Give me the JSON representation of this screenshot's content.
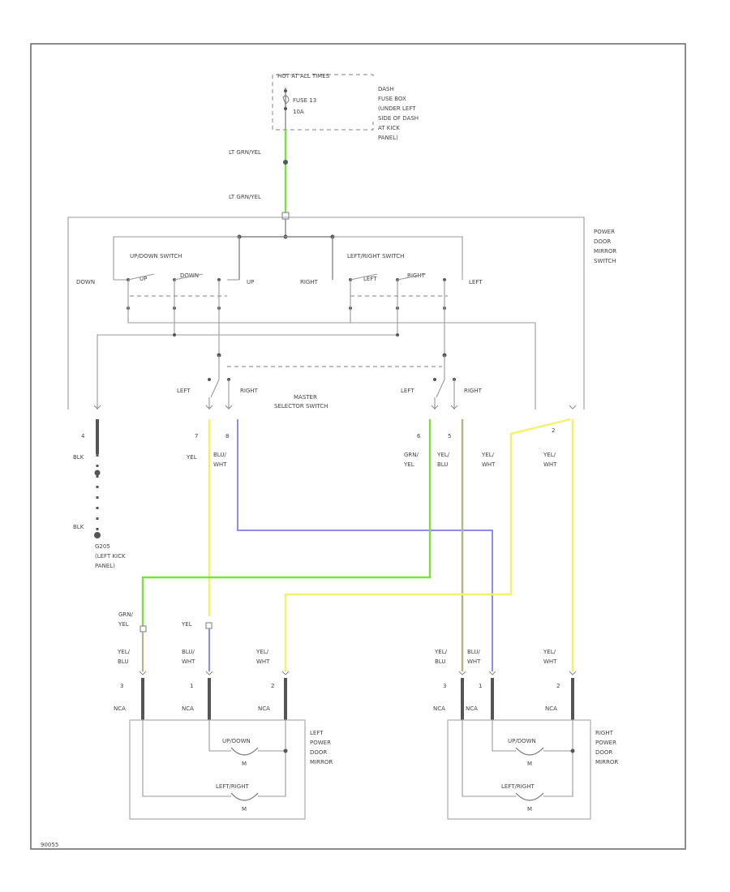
{
  "fuse_box": {
    "header": "HOT AT ALL TIMES",
    "fuse": "FUSE 13",
    "rating": "10A",
    "location": [
      "DASH",
      "FUSE BOX",
      "(UNDER LEFT",
      "SIDE OF DASH",
      "AT KICK",
      "PANEL)"
    ]
  },
  "wires_top": [
    "LT GRN/YEL",
    "LT GRN/YEL"
  ],
  "switch_name": [
    "POWER",
    "DOOR",
    "MIRROR",
    "SWITCH"
  ],
  "updown_switch": {
    "title": "UP/DOWN SWITCH",
    "down": "DOWN",
    "up_small": "UP",
    "down_small": "DOWN",
    "up": "UP"
  },
  "leftright_switch": {
    "title": "LEFT/RIGHT SWITCH",
    "right": "RIGHT",
    "left_small": "LEFT",
    "right_small": "RIGHT",
    "left": "LEFT"
  },
  "selector": {
    "name": [
      "MASTER",
      "SELECTOR SWITCH"
    ],
    "left1": "LEFT",
    "right1": "RIGHT",
    "left2": "LEFT",
    "right2": "RIGHT"
  },
  "pins": [
    "4",
    "7",
    "8",
    "6",
    "5",
    "2"
  ],
  "switch_wires": {
    "w4": "BLK",
    "w7": "YEL",
    "w8": [
      "BLU/",
      "WHT"
    ],
    "w6": [
      "GRN/",
      "YEL"
    ],
    "w5": [
      "YEL/",
      "BLU"
    ],
    "w_yw1": [
      "YEL/",
      "WHT"
    ],
    "w_yw2": [
      "YEL/",
      "WHT"
    ]
  },
  "ground": {
    "wire": "BLK",
    "id": "G205",
    "loc": [
      "(LEFT KICK",
      "PANEL)"
    ]
  },
  "left_mirror": {
    "splice_wires": [
      [
        "GRN/",
        "YEL"
      ],
      "YEL"
    ],
    "wires": [
      [
        "YEL/",
        "BLU"
      ],
      [
        "BLU/",
        "WHT"
      ],
      [
        "YEL/",
        "WHT"
      ]
    ],
    "pins": [
      "3",
      "1",
      "2"
    ],
    "nca": [
      "NCA",
      "NCA",
      "NCA"
    ],
    "motors": [
      "UP/DOWN",
      "LEFT/RIGHT"
    ],
    "motor_sym": [
      "M",
      "M"
    ],
    "name": [
      "LEFT",
      "POWER",
      "DOOR",
      "MIRROR"
    ]
  },
  "right_mirror": {
    "wires": [
      [
        "YEL/",
        "BLU"
      ],
      [
        "BLU/",
        "WHT"
      ],
      [
        "YEL/",
        "WHT"
      ]
    ],
    "pins": [
      "3",
      "1",
      "2"
    ],
    "nca": [
      "NCA",
      "NCA",
      "NCA"
    ],
    "motors": [
      "UP/DOWN",
      "LEFT/RIGHT"
    ],
    "motor_sym": [
      "M",
      "M"
    ],
    "name": [
      "RIGHT",
      "POWER",
      "DOOR",
      "MIRROR"
    ]
  },
  "diagram_id": "90055",
  "colors": {
    "green": "#7ee040",
    "yellow": "#f2f26a",
    "blue": "#8a8ef0",
    "olive": "#b5b486",
    "gray": "#888888"
  }
}
